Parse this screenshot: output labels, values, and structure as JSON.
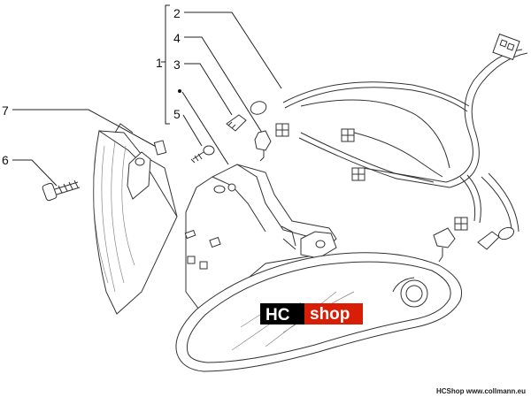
{
  "callouts": {
    "c1": "1",
    "c2": "2",
    "c3": "3",
    "c4": "4",
    "c5": "5",
    "c6": "6",
    "c7": "7"
  },
  "watermark": {
    "brand_hc": "HC",
    "brand_shop": "shop",
    "colors": {
      "hc_bg": "#000000",
      "shop_bg": "#d81e05",
      "text": "#ffffff"
    }
  },
  "footer": {
    "credit": "HCShop www.collmann.eu"
  }
}
